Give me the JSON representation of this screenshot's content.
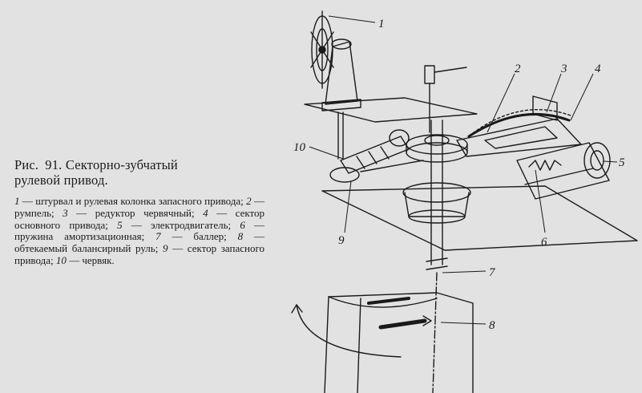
{
  "caption": {
    "figure_prefix": "Рис.",
    "figure_number": "91.",
    "title_line1": "Секторно-зубчатый",
    "title_line2": "рулевой привод."
  },
  "legend": [
    {
      "n": "1",
      "text": "штурвал и рулевая колонка запасного привода;"
    },
    {
      "n": "2",
      "text": "румпель;"
    },
    {
      "n": "3",
      "text": "редуктор червячный;"
    },
    {
      "n": "4",
      "text": "сектор основного привода;"
    },
    {
      "n": "5",
      "text": "электродвигатель;"
    },
    {
      "n": "6",
      "text": "пружина амортизационная;"
    },
    {
      "n": "7",
      "text": "баллер;"
    },
    {
      "n": "8",
      "text": "обтекаемый балансирный руль;"
    },
    {
      "n": "9",
      "text": "сектор запасного привода;"
    },
    {
      "n": "10",
      "text": "червяк."
    }
  ],
  "callouts": {
    "c1": "1",
    "c2": "2",
    "c3": "3",
    "c4": "4",
    "c5": "5",
    "c6": "6",
    "c7": "7",
    "c8": "8",
    "c9": "9",
    "c10": "10"
  },
  "colors": {
    "paper": "#e2e2e2",
    "ink": "#1a1a1a"
  }
}
